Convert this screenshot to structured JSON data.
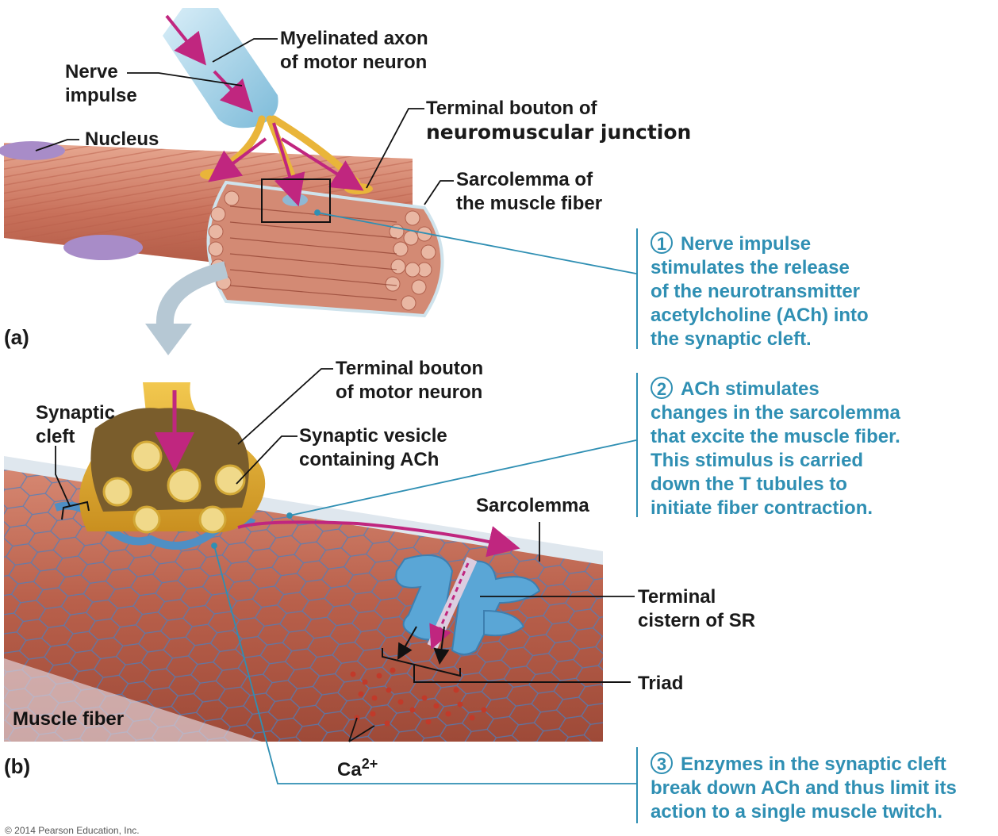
{
  "labels": {
    "myelinated_axon": [
      "Myelinated axon",
      "of motor neuron"
    ],
    "nerve_impulse": [
      "Nerve",
      "impulse"
    ],
    "nucleus": "Nucleus",
    "terminal_bouton_nmj": [
      "Terminal bouton of",
      "neuromuscular junction"
    ],
    "sarcolemma_fiber": [
      "Sarcolemma of",
      "the muscle fiber"
    ],
    "panel_a": "(a)",
    "terminal_bouton_motor": [
      "Terminal bouton",
      "of motor neuron"
    ],
    "synaptic_cleft": [
      "Synaptic",
      "cleft"
    ],
    "synaptic_vesicle": [
      "Synaptic vesicle",
      "containing ACh"
    ],
    "sarcolemma": "Sarcolemma",
    "terminal_cistern": [
      "Terminal",
      "cistern of SR"
    ],
    "triad": "Triad",
    "muscle_fiber": "Muscle fiber",
    "panel_b": "(b)",
    "calcium": "Ca",
    "calcium_charge": "2+"
  },
  "steps": [
    {
      "number": "1",
      "lines": [
        "Nerve impulse",
        "stimulates the release",
        "of the neurotransmitter",
        "acetylcholine (ACh) into",
        "the synaptic cleft."
      ]
    },
    {
      "number": "2",
      "lines": [
        "ACh stimulates",
        "changes in the sarcolemma",
        "that excite the muscle fiber.",
        "This stimulus is carried",
        "down the T tubules to",
        "initiate fiber contraction."
      ]
    },
    {
      "number": "3",
      "lines": [
        "Enzymes in the synaptic cleft",
        "break down ACh and thus limit its",
        "action to a single muscle twitch."
      ]
    }
  ],
  "copyright": "© 2014 Pearson Education, Inc.",
  "colors": {
    "step_text": "#2f8fb3",
    "muscle": "#c8705a",
    "axon": "#9fd0e8",
    "bouton": "#e9b53a",
    "arrow": "#c0267f",
    "sr": "#5aa6d6"
  }
}
